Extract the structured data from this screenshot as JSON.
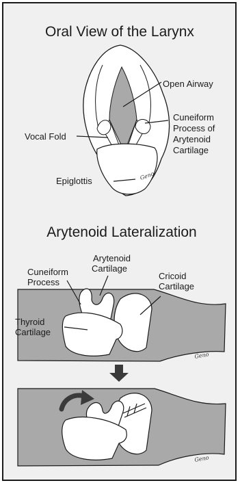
{
  "section1": {
    "title": "Oral View of the Larynx",
    "labels": {
      "open_airway": "Open Airway",
      "vocal_fold": "Vocal Fold",
      "cuneiform_1": "Cuneiform",
      "cuneiform_2": "Process of",
      "cuneiform_3": "Arytenoid",
      "cuneiform_4": "Cartilage",
      "epiglottis": "Epiglottis"
    },
    "signature": "Geno"
  },
  "section2": {
    "title": "Arytenoid Lateralization",
    "labels": {
      "cuneiform_1": "Cuneiform",
      "cuneiform_2": "Process",
      "arytenoid_1": "Arytenoid",
      "arytenoid_2": "Cartilage",
      "cricoid_1": "Cricoid",
      "cricoid_2": "Cartilage",
      "thyroid_1": "Thyroid",
      "thyroid_2": "Cartilage"
    },
    "signature_top": "Geno",
    "signature_bottom": "Geno"
  },
  "colors": {
    "background": "#f0f0f0",
    "tissue": "#a9a9a9",
    "cartilage": "#ffffff",
    "outline": "#1a1a1a",
    "arrow": "#3a3a3a"
  }
}
